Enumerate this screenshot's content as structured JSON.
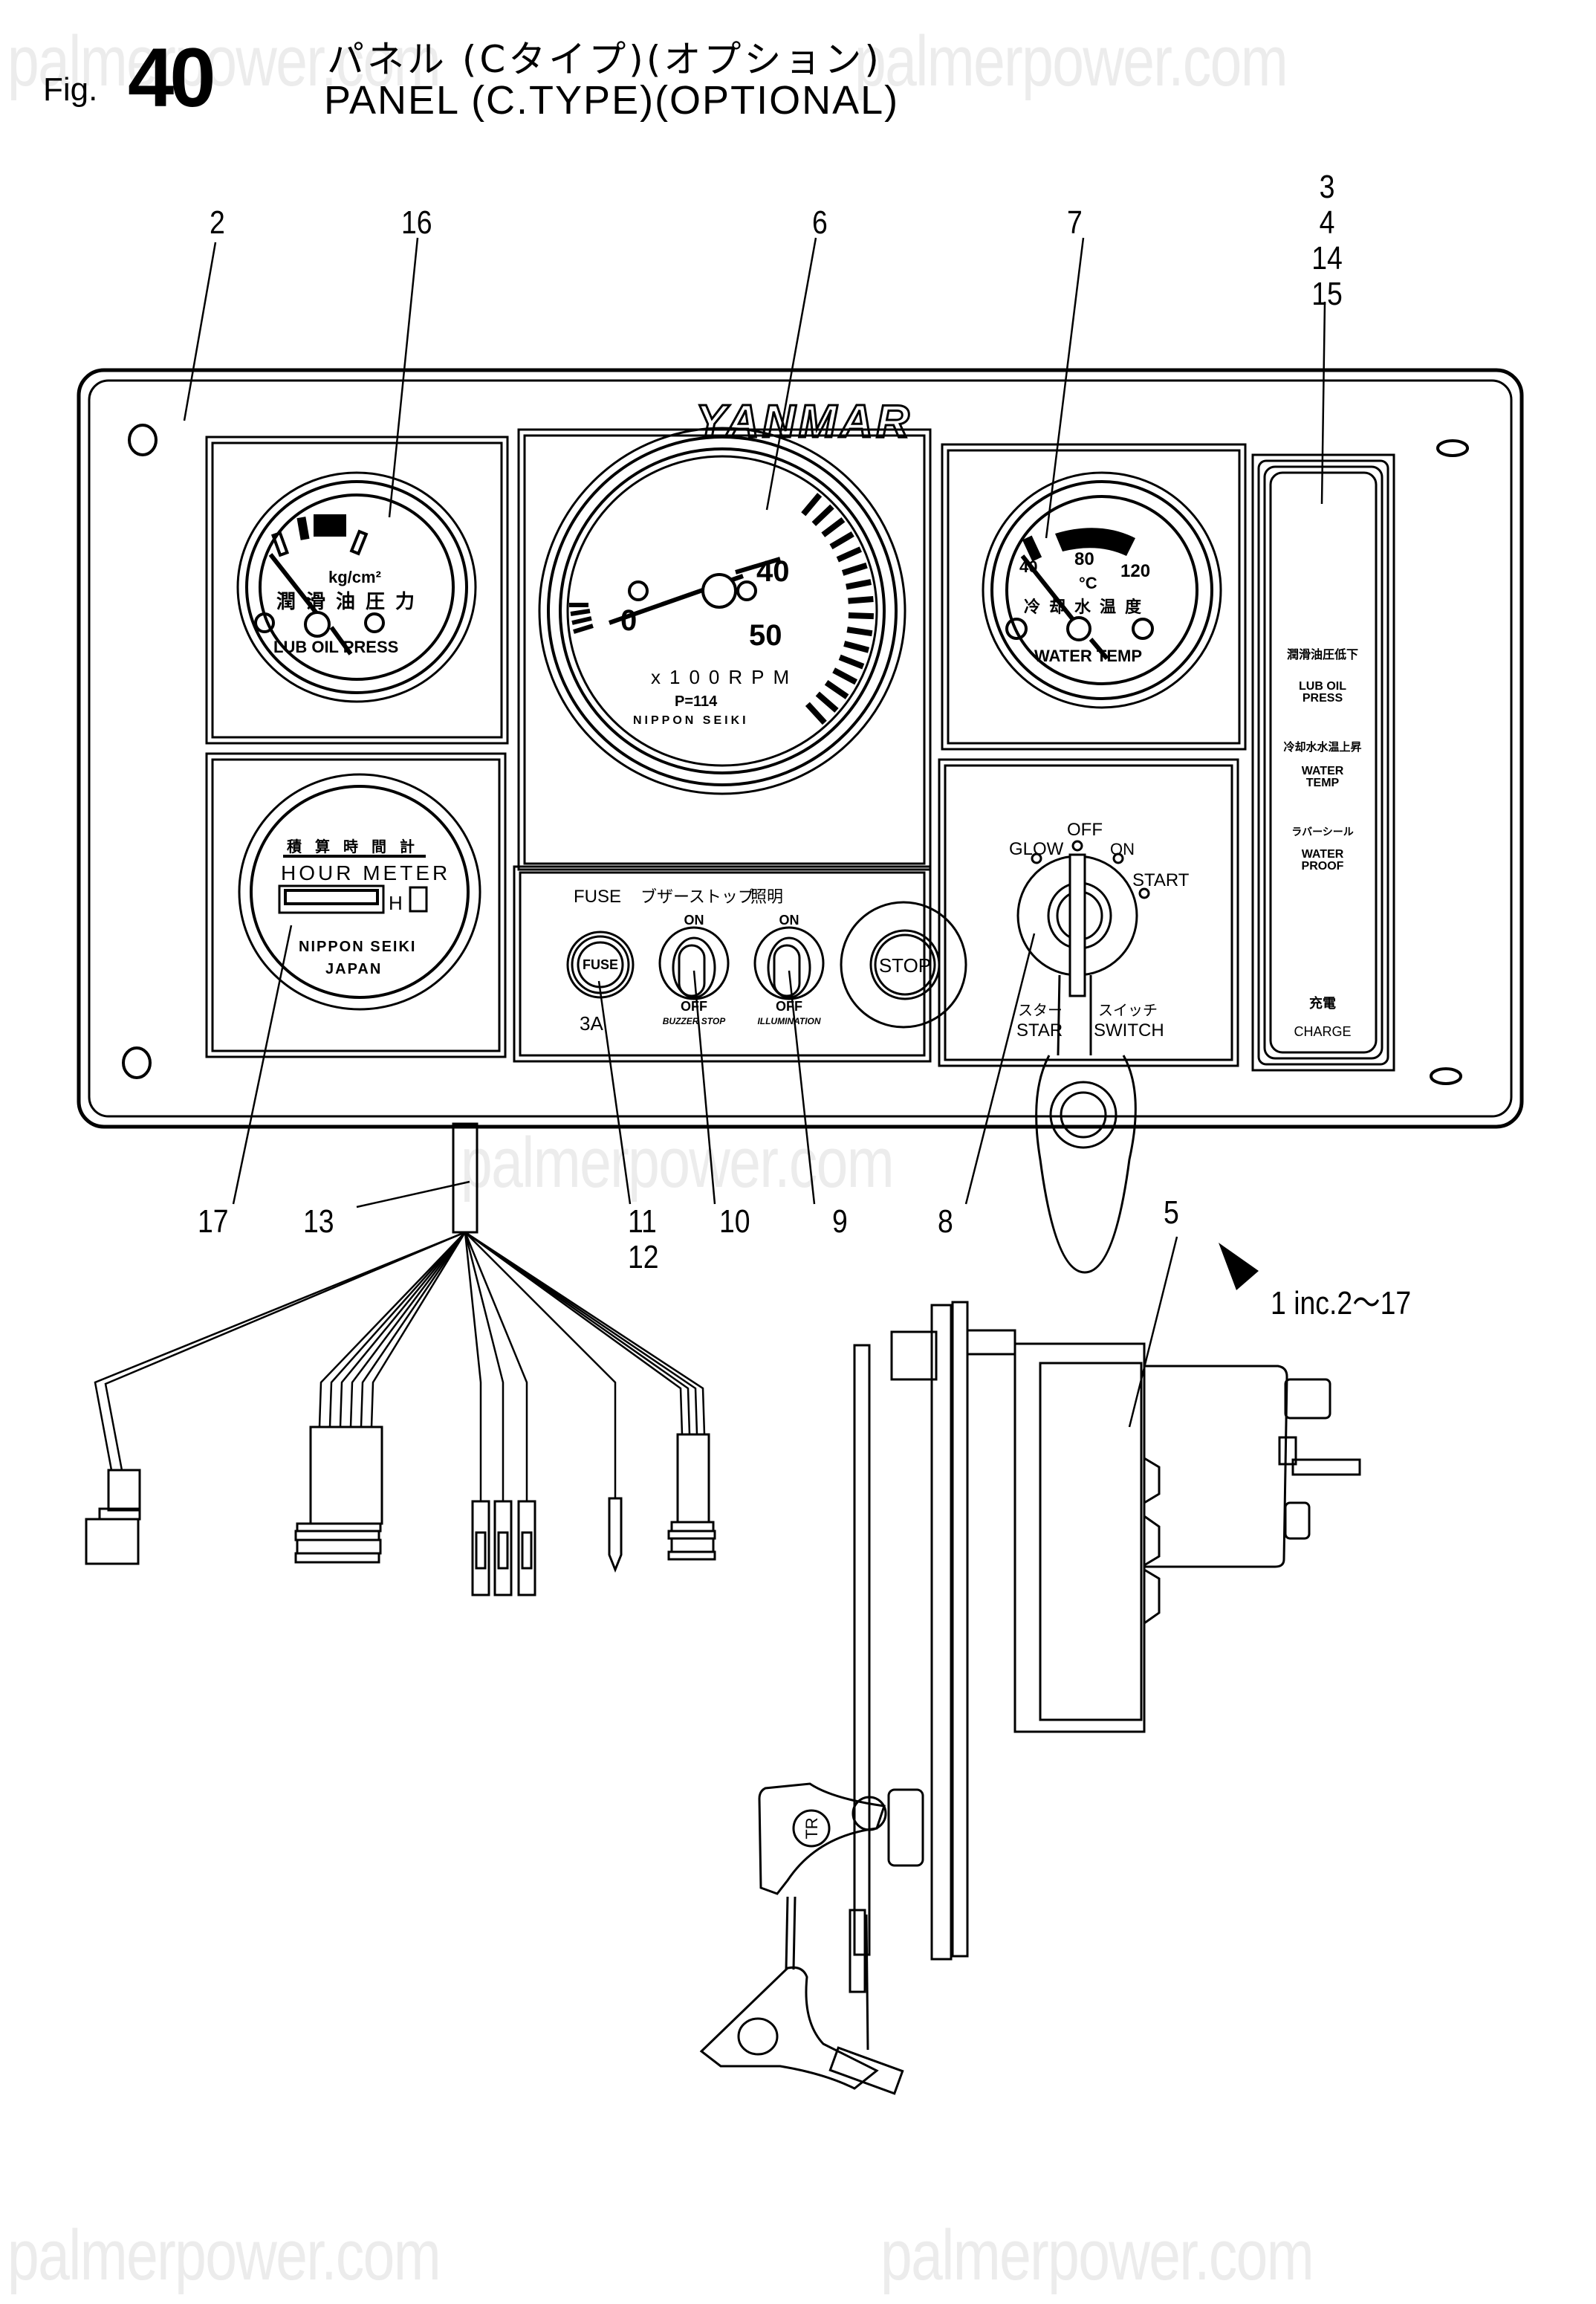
{
  "header": {
    "fig_prefix": "Fig.",
    "fig_number": "40",
    "title_jp": "パネル (Cタイプ)(オプション)",
    "title_en": "PANEL (C.TYPE)(OPTIONAL)"
  },
  "watermark": "palmerpower.com",
  "callouts": {
    "c2": "2",
    "c16": "16",
    "c6": "6",
    "c7": "7",
    "c_stack": [
      "3",
      "4",
      "14",
      "15"
    ],
    "c17": "17",
    "c13": "13",
    "c11": "11",
    "c12": "12",
    "c10": "10",
    "c9": "9",
    "c8": "8",
    "c5": "5"
  },
  "assembly_note": "1 inc.2～17",
  "panel": {
    "brand": "YANMAR",
    "oil_gauge": {
      "unit": "kg/cm²",
      "label_jp": "潤滑油圧力",
      "label_en": "LUB OIL PRESS"
    },
    "tachometer": {
      "tick_0": "0",
      "tick_40": "40",
      "tick_50": "50",
      "unit": "x100RPM",
      "model": "P=114",
      "maker": "NIPPON SEIKI"
    },
    "temp_gauge": {
      "tick_40": "40",
      "tick_80": "80",
      "tick_120": "120",
      "unit": "°C",
      "label_jp": "冷却水温度",
      "label_en": "WATER TEMP"
    },
    "hour_meter": {
      "label_jp": "積算時間計",
      "label_en": "HOUR METER",
      "unit": "H",
      "maker": "NIPPON SEIKI",
      "origin": "JAPAN"
    },
    "warning_strip": {
      "lub_jp": "潤滑油圧低下",
      "lub_en_1": "LUB OIL",
      "lub_en_2": "PRESS",
      "water_jp": "冷却水水温上昇",
      "water_en_1": "WATER",
      "water_en_2": "TEMP",
      "seal_jp": "ラバーシール",
      "seal_en_1": "WATER",
      "seal_en_2": "PROOF",
      "charge_jp": "充電",
      "charge_en": "CHARGE"
    },
    "switches": {
      "fuse_title": "FUSE",
      "fuse_cap": "FUSE",
      "fuse_rating": "3A",
      "buzzer_title_jp": "ブザーストップ",
      "buzzer_on": "ON",
      "buzzer_off": "OFF",
      "buzzer_en": "BUZZER STOP",
      "illum_title_jp": "照明",
      "illum_on": "ON",
      "illum_off": "OFF",
      "illum_en": "ILLUMINATION",
      "stop_label": "STOP"
    },
    "starter": {
      "glow": "GLOW",
      "off": "OFF",
      "on": "ON",
      "start": "START",
      "jp_left": "スター",
      "jp_right": "スイッチ",
      "en_left": "STAR",
      "en_right": "SWITCH"
    }
  },
  "side_view": {
    "key_mark": "TR"
  }
}
